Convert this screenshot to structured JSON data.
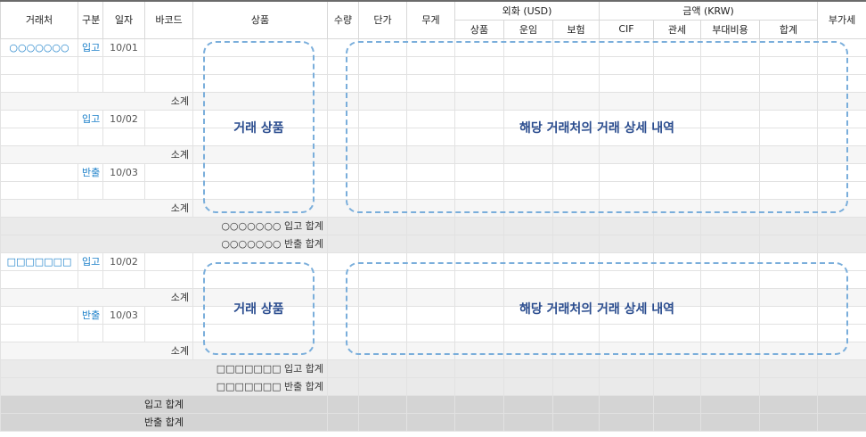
{
  "headers": {
    "partner": "거래처",
    "type": "구분",
    "date": "일자",
    "barcode": "바코드",
    "product": "상품",
    "qty": "수량",
    "unit_price": "단가",
    "weight": "무게",
    "fx_group": "외화 (USD)",
    "fx_product": "상품",
    "fx_freight": "운임",
    "fx_insurance": "보험",
    "krw_group": "금액 (KRW)",
    "krw_cif": "CIF",
    "krw_duty": "관세",
    "krw_extra": "부대비용",
    "krw_total": "합계",
    "vat": "부가세"
  },
  "partners": [
    {
      "name": "○○○○○○○",
      "in_label": "입고",
      "out_label": "반출",
      "date_in_1": "10/01",
      "date_in_2": "10/02",
      "date_out": "10/03",
      "subtotal": "소계",
      "in_total": "○○○○○○○ 입고 합계",
      "out_total": "○○○○○○○ 반출 합계",
      "product_note": "거래 상품",
      "detail_note": "해당 거래처의 거래 상세 내역"
    },
    {
      "name": "□□□□□□□",
      "in_label": "입고",
      "out_label": "반출",
      "date_in": "10/02",
      "date_out": "10/03",
      "subtotal": "소계",
      "in_total": "□□□□□□□ 입고 합계",
      "out_total": "□□□□□□□ 반출 합계",
      "product_note": "거래 상품",
      "detail_note": "해당 거래처의 거래 상세 내역"
    }
  ],
  "grand": {
    "in_total": "입고 합계",
    "out_total": "반출 합계"
  }
}
